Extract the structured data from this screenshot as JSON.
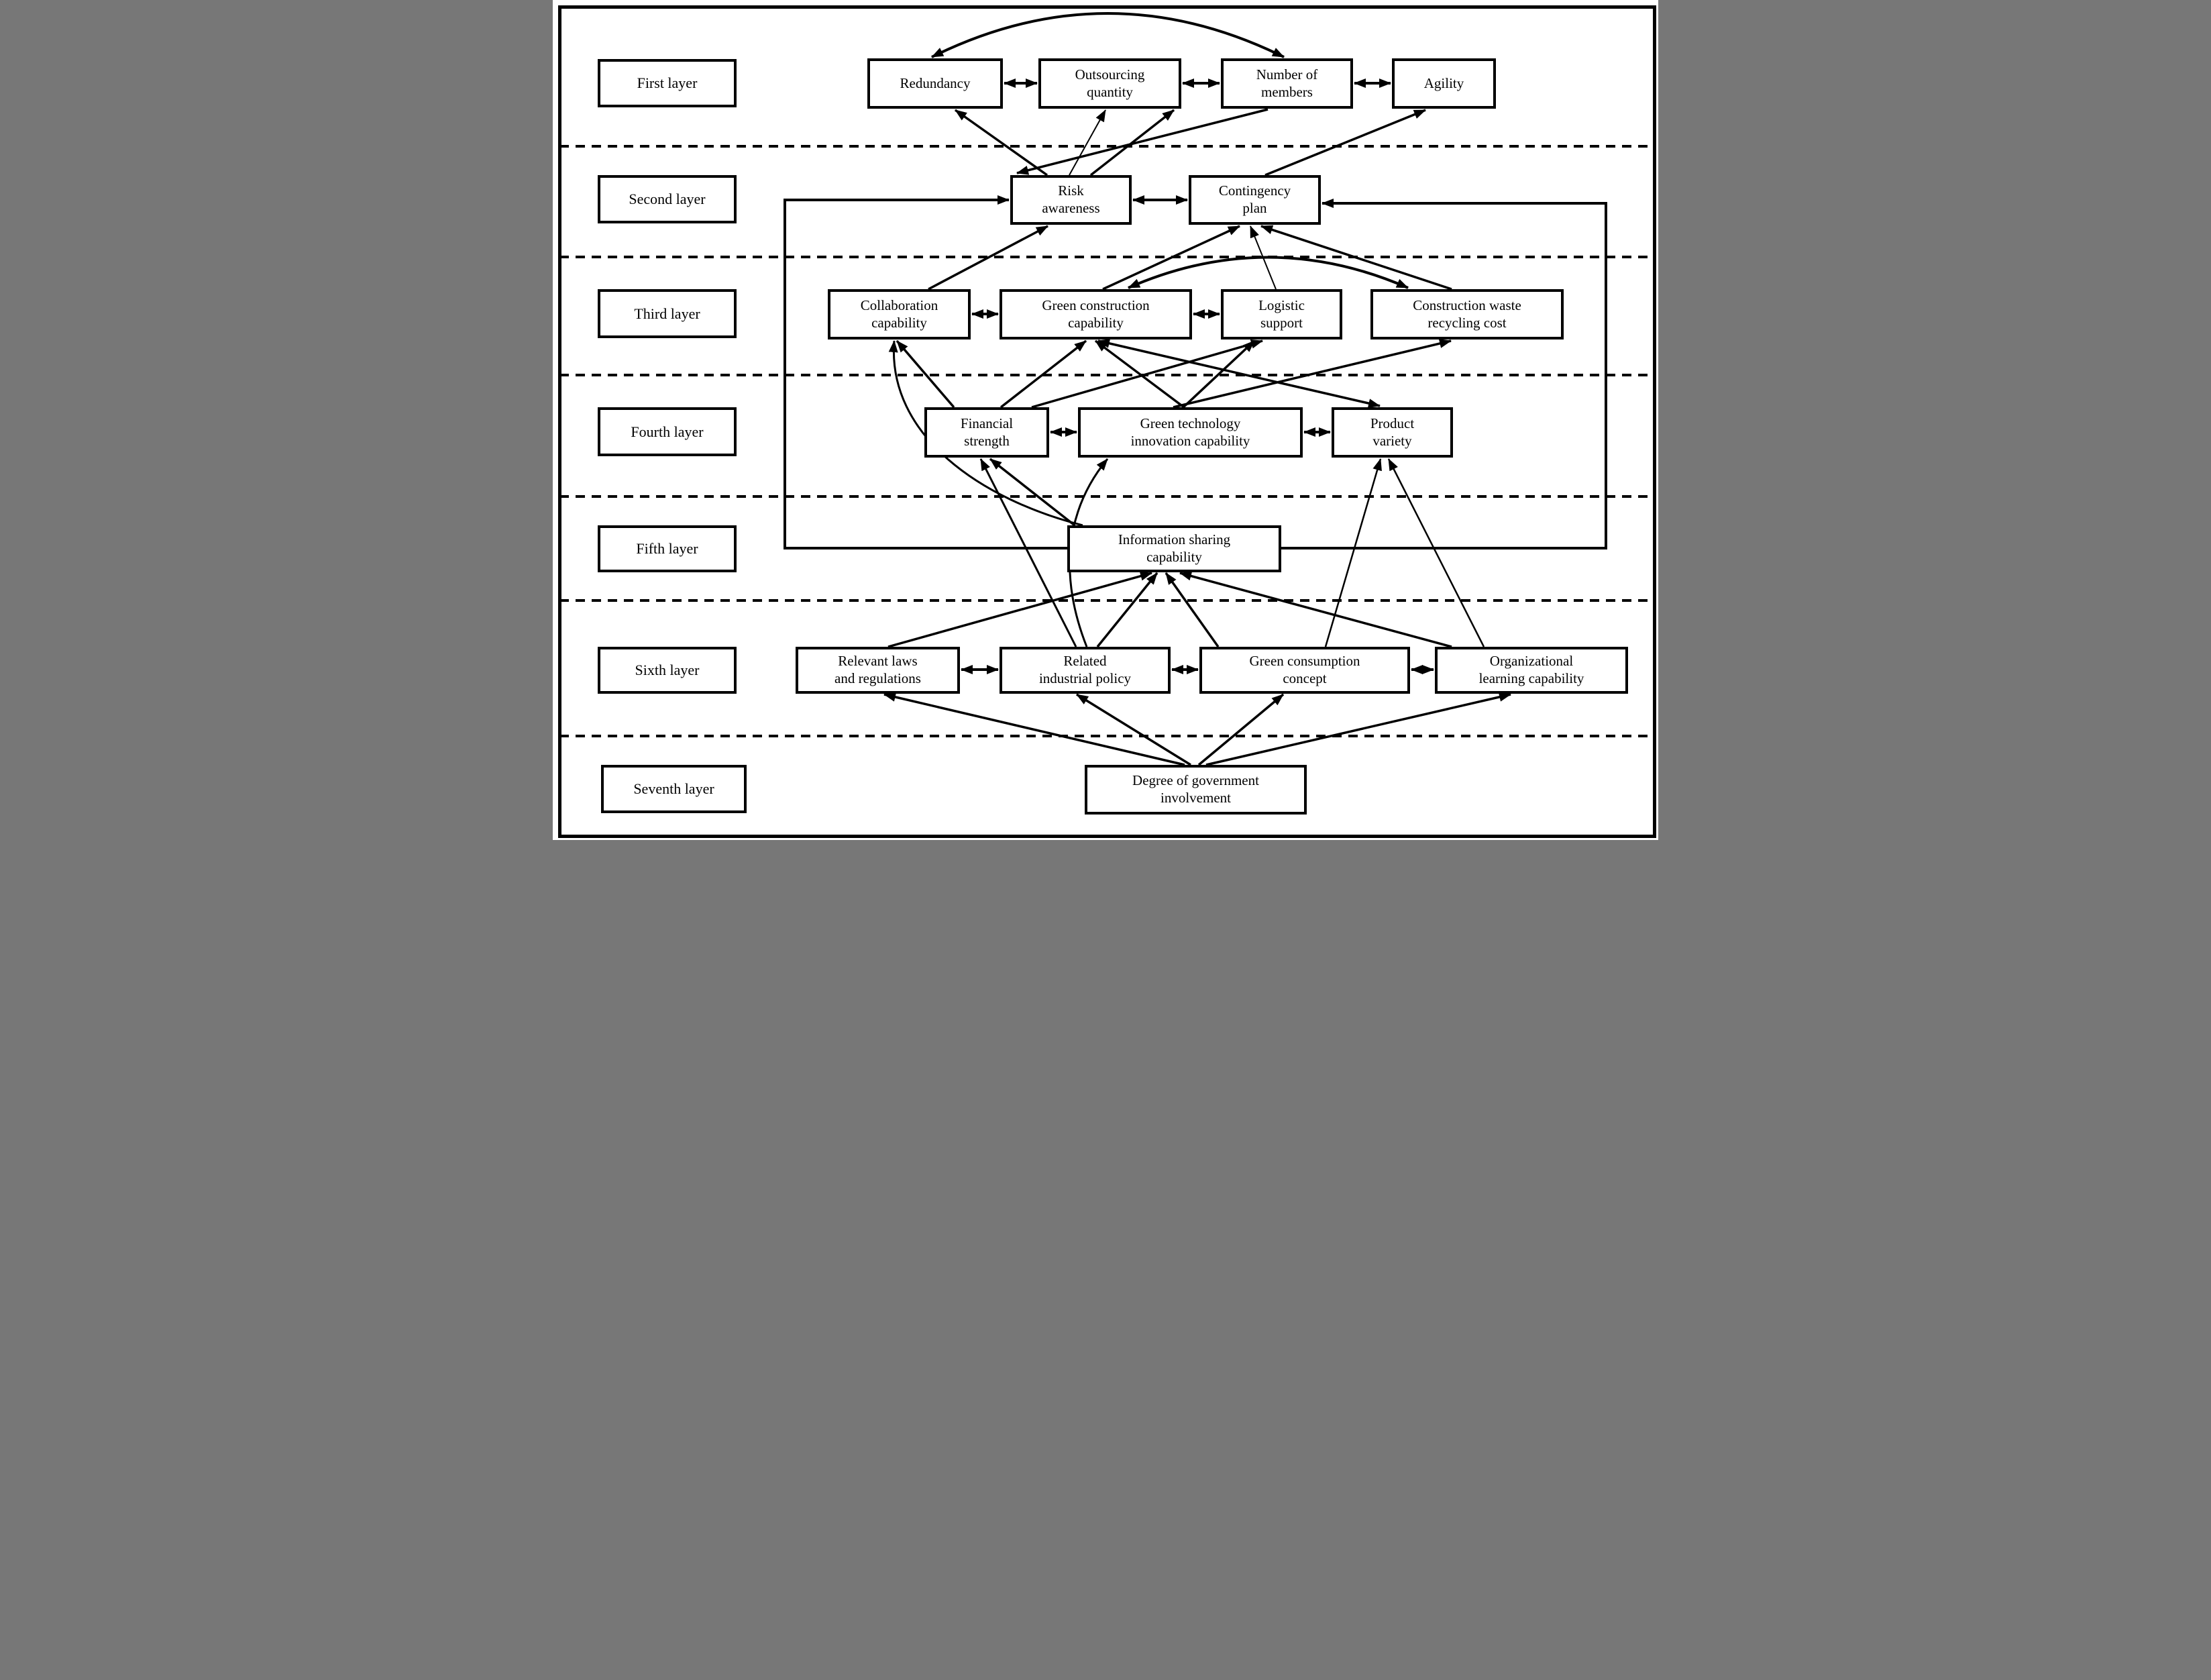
{
  "figure": {
    "type": "interpretive-structural-model-hierarchy",
    "layer_count": 7,
    "colors": {
      "line": "#000000",
      "background": "#ffffff"
    }
  },
  "layer_labels": {
    "l1": {
      "label": "First layer"
    },
    "l2": {
      "label": "Second layer"
    },
    "l3": {
      "label": "Third layer"
    },
    "l4": {
      "label": "Fourth layer"
    },
    "l5": {
      "label": "Fifth layer"
    },
    "l6": {
      "label": "Sixth layer"
    },
    "l7": {
      "label": "Seventh layer"
    }
  },
  "nodes": {
    "redundancy": {
      "label": "Redundancy",
      "layer": 1
    },
    "outsourcing_quantity": {
      "label": "Outsourcing\nquantity",
      "layer": 1
    },
    "number_of_members": {
      "label": "Number of\nmembers",
      "layer": 1
    },
    "agility": {
      "label": "Agility",
      "layer": 1
    },
    "risk_awareness": {
      "label": "Risk\nawareness",
      "layer": 2
    },
    "contingency_plan": {
      "label": "Contingency\nplan",
      "layer": 2
    },
    "collaboration_capability": {
      "label": "Collaboration\ncapability",
      "layer": 3
    },
    "green_construction_capability": {
      "label": "Green construction\ncapability",
      "layer": 3
    },
    "logistic_support": {
      "label": "Logistic\nsupport",
      "layer": 3
    },
    "construction_waste_recycling_cost": {
      "label": "Construction waste\nrecycling cost",
      "layer": 3
    },
    "financial_strength": {
      "label": "Financial\nstrength",
      "layer": 4
    },
    "green_technology_innovation_capability": {
      "label": "Green technology\ninnovation capability",
      "layer": 4
    },
    "product_variety": {
      "label": "Product\nvariety",
      "layer": 4
    },
    "information_sharing_capability": {
      "label": "Information sharing\ncapability",
      "layer": 5
    },
    "relevant_laws_and_regulations": {
      "label": "Relevant laws\nand regulations",
      "layer": 6
    },
    "related_industrial_policy": {
      "label": "Related\nindustrial policy",
      "layer": 6
    },
    "green_consumption_concept": {
      "label": "Green consumption\nconcept",
      "layer": 6
    },
    "organizational_learning_capability": {
      "label": "Organizational\nlearning capability",
      "layer": 6
    },
    "degree_of_government_involvement": {
      "label": "Degree of government\ninvolvement",
      "layer": 7
    }
  },
  "edges": [
    {
      "from": "redundancy",
      "to": "outsourcing_quantity",
      "type": "bidirectional"
    },
    {
      "from": "outsourcing_quantity",
      "to": "number_of_members",
      "type": "bidirectional"
    },
    {
      "from": "number_of_members",
      "to": "agility",
      "type": "bidirectional"
    },
    {
      "from": "redundancy",
      "to": "number_of_members",
      "type": "bidirectional-arc"
    },
    {
      "from": "risk_awareness",
      "to": "contingency_plan",
      "type": "bidirectional"
    },
    {
      "from": "risk_awareness",
      "to": "redundancy",
      "type": "directed"
    },
    {
      "from": "risk_awareness",
      "to": "outsourcing_quantity",
      "type": "directed"
    },
    {
      "from": "risk_awareness",
      "to": "number_of_members",
      "type": "directed"
    },
    {
      "from": "number_of_members",
      "to": "risk_awareness",
      "type": "directed"
    },
    {
      "from": "contingency_plan",
      "to": "agility",
      "type": "directed"
    },
    {
      "from": "collaboration_capability",
      "to": "risk_awareness",
      "type": "directed"
    },
    {
      "from": "green_construction_capability",
      "to": "contingency_plan",
      "type": "directed"
    },
    {
      "from": "logistic_support",
      "to": "contingency_plan",
      "type": "directed"
    },
    {
      "from": "construction_waste_recycling_cost",
      "to": "contingency_plan",
      "type": "directed"
    },
    {
      "from": "collaboration_capability",
      "to": "green_construction_capability",
      "type": "bidirectional"
    },
    {
      "from": "green_construction_capability",
      "to": "logistic_support",
      "type": "bidirectional"
    },
    {
      "from": "green_construction_capability",
      "to": "construction_waste_recycling_cost",
      "type": "bidirectional-arc"
    },
    {
      "from": "financial_strength",
      "to": "collaboration_capability",
      "type": "directed"
    },
    {
      "from": "financial_strength",
      "to": "green_construction_capability",
      "type": "directed"
    },
    {
      "from": "financial_strength",
      "to": "logistic_support",
      "type": "directed"
    },
    {
      "from": "green_technology_innovation_capability",
      "to": "green_construction_capability",
      "type": "directed"
    },
    {
      "from": "green_technology_innovation_capability",
      "to": "logistic_support",
      "type": "directed"
    },
    {
      "from": "green_technology_innovation_capability",
      "to": "construction_waste_recycling_cost",
      "type": "directed"
    },
    {
      "from": "green_construction_capability",
      "to": "product_variety",
      "type": "bidirectional"
    },
    {
      "from": "financial_strength",
      "to": "green_technology_innovation_capability",
      "type": "bidirectional"
    },
    {
      "from": "green_technology_innovation_capability",
      "to": "product_variety",
      "type": "bidirectional"
    },
    {
      "from": "information_sharing_capability",
      "to": "risk_awareness",
      "type": "directed-orthogonal"
    },
    {
      "from": "information_sharing_capability",
      "to": "contingency_plan",
      "type": "directed-orthogonal"
    },
    {
      "from": "information_sharing_capability",
      "to": "collaboration_capability",
      "type": "directed-curve"
    },
    {
      "from": "information_sharing_capability",
      "to": "financial_strength",
      "type": "directed"
    },
    {
      "from": "related_industrial_policy",
      "to": "financial_strength",
      "type": "directed"
    },
    {
      "from": "related_industrial_policy",
      "to": "green_technology_innovation_capability",
      "type": "directed-curve"
    },
    {
      "from": "related_industrial_policy",
      "to": "information_sharing_capability",
      "type": "directed"
    },
    {
      "from": "relevant_laws_and_regulations",
      "to": "information_sharing_capability",
      "type": "directed"
    },
    {
      "from": "green_consumption_concept",
      "to": "information_sharing_capability",
      "type": "directed"
    },
    {
      "from": "organizational_learning_capability",
      "to": "information_sharing_capability",
      "type": "directed"
    },
    {
      "from": "green_consumption_concept",
      "to": "product_variety",
      "type": "directed"
    },
    {
      "from": "organizational_learning_capability",
      "to": "product_variety",
      "type": "directed"
    },
    {
      "from": "relevant_laws_and_regulations",
      "to": "related_industrial_policy",
      "type": "bidirectional"
    },
    {
      "from": "related_industrial_policy",
      "to": "green_consumption_concept",
      "type": "bidirectional"
    },
    {
      "from": "green_consumption_concept",
      "to": "organizational_learning_capability",
      "type": "bidirectional"
    },
    {
      "from": "degree_of_government_involvement",
      "to": "relevant_laws_and_regulations",
      "type": "directed"
    },
    {
      "from": "degree_of_government_involvement",
      "to": "related_industrial_policy",
      "type": "directed"
    },
    {
      "from": "degree_of_government_involvement",
      "to": "green_consumption_concept",
      "type": "directed"
    },
    {
      "from": "degree_of_government_involvement",
      "to": "organizational_learning_capability",
      "type": "directed"
    }
  ]
}
